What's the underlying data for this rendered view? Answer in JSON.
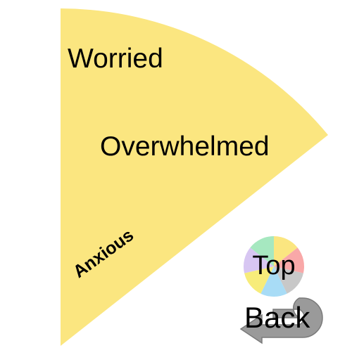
{
  "wheel": {
    "segment_color": "#fbe680",
    "labels": {
      "worried": "Worried",
      "overwhelmed": "Overwhelmed",
      "anxious": "Anxious"
    }
  },
  "nav": {
    "top_label": "Top",
    "back_label": "Back",
    "top_icon_colors": [
      "#fbe680",
      "#f9a8a8",
      "#c8c8c8",
      "#a8dcf6",
      "#f7ec7a",
      "#d7c6f2",
      "#a6e8c0"
    ],
    "back_arrow_color": "#9a9a9a"
  }
}
